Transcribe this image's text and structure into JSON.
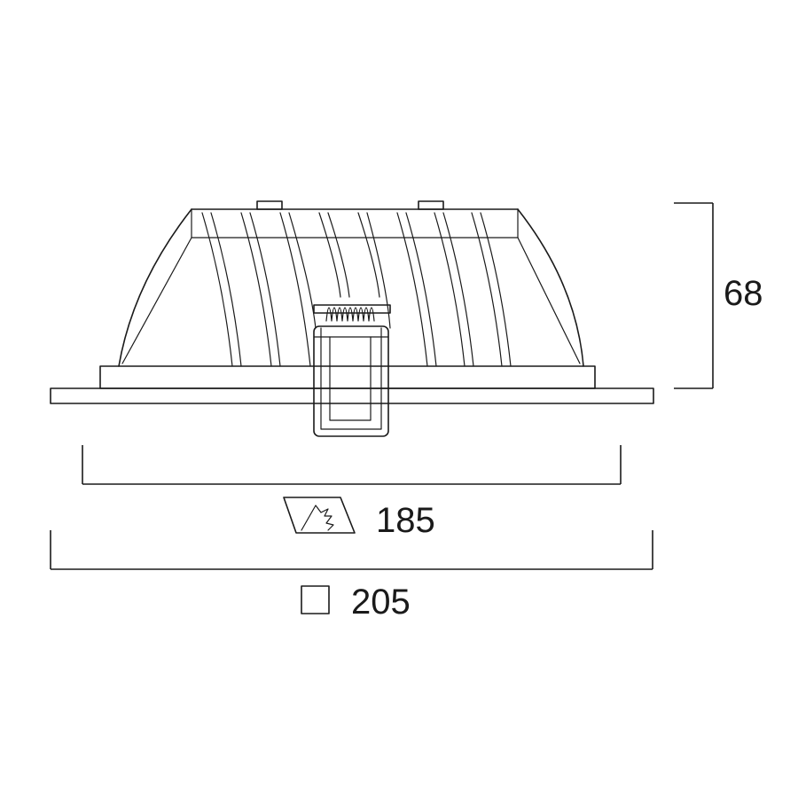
{
  "dimensions": {
    "height": {
      "value": "68"
    },
    "cutout": {
      "value": "185",
      "symbol": "cutout-icon"
    },
    "overall": {
      "value": "205",
      "symbol": "square-icon"
    }
  },
  "colors": {
    "line": "#1a1a1a",
    "background": "#ffffff"
  }
}
